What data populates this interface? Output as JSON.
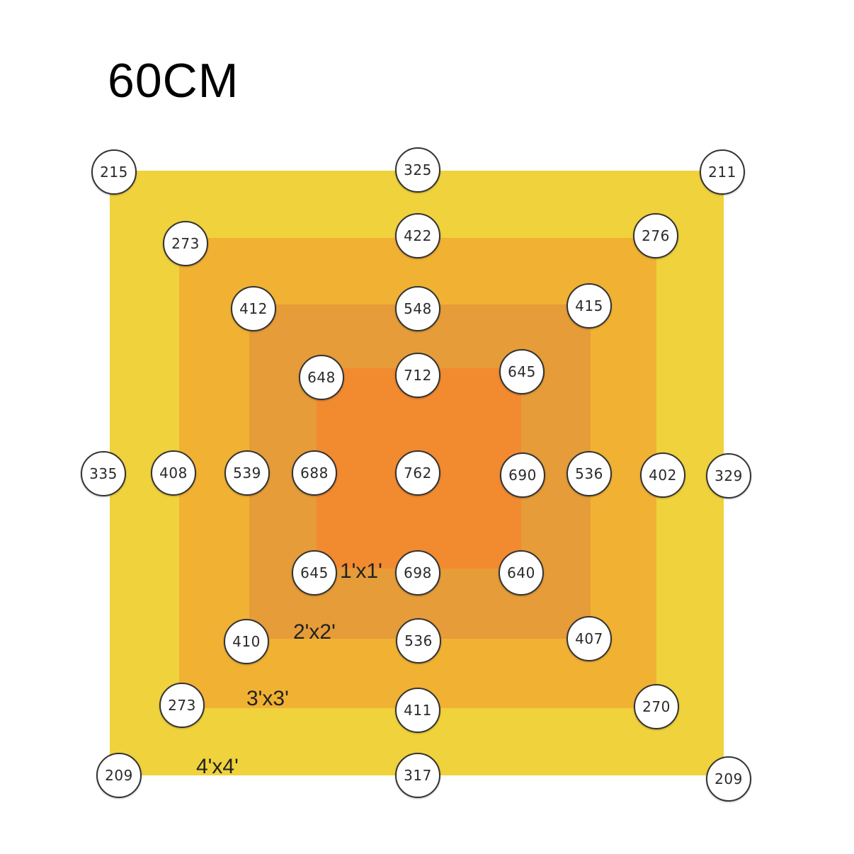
{
  "title": "60CM",
  "colors": {
    "zone_4x4": "#f0d23c",
    "zone_3x3": "#f1b233",
    "zone_2x2": "#e69c38",
    "zone_1x1": "#f28a30",
    "circle_fill": "#ffffff",
    "circle_border": "#333333"
  },
  "zones": [
    {
      "label": "4'x4'"
    },
    {
      "label": "3'x3'"
    },
    {
      "label": "2'x2'"
    },
    {
      "label": "1'x1'"
    }
  ],
  "readings": {
    "row1": [
      "215",
      "325",
      "211"
    ],
    "row2": [
      "273",
      "422",
      "276"
    ],
    "row3": [
      "412",
      "548",
      "415"
    ],
    "row4": [
      "648",
      "712",
      "645"
    ],
    "row5": [
      "335",
      "408",
      "539",
      "688",
      "762",
      "690",
      "536",
      "402",
      "329"
    ],
    "row6": [
      "645",
      "698",
      "640"
    ],
    "row7": [
      "410",
      "536",
      "407"
    ],
    "row8": [
      "273",
      "411",
      "270"
    ],
    "row9": [
      "209",
      "317",
      "209"
    ]
  }
}
